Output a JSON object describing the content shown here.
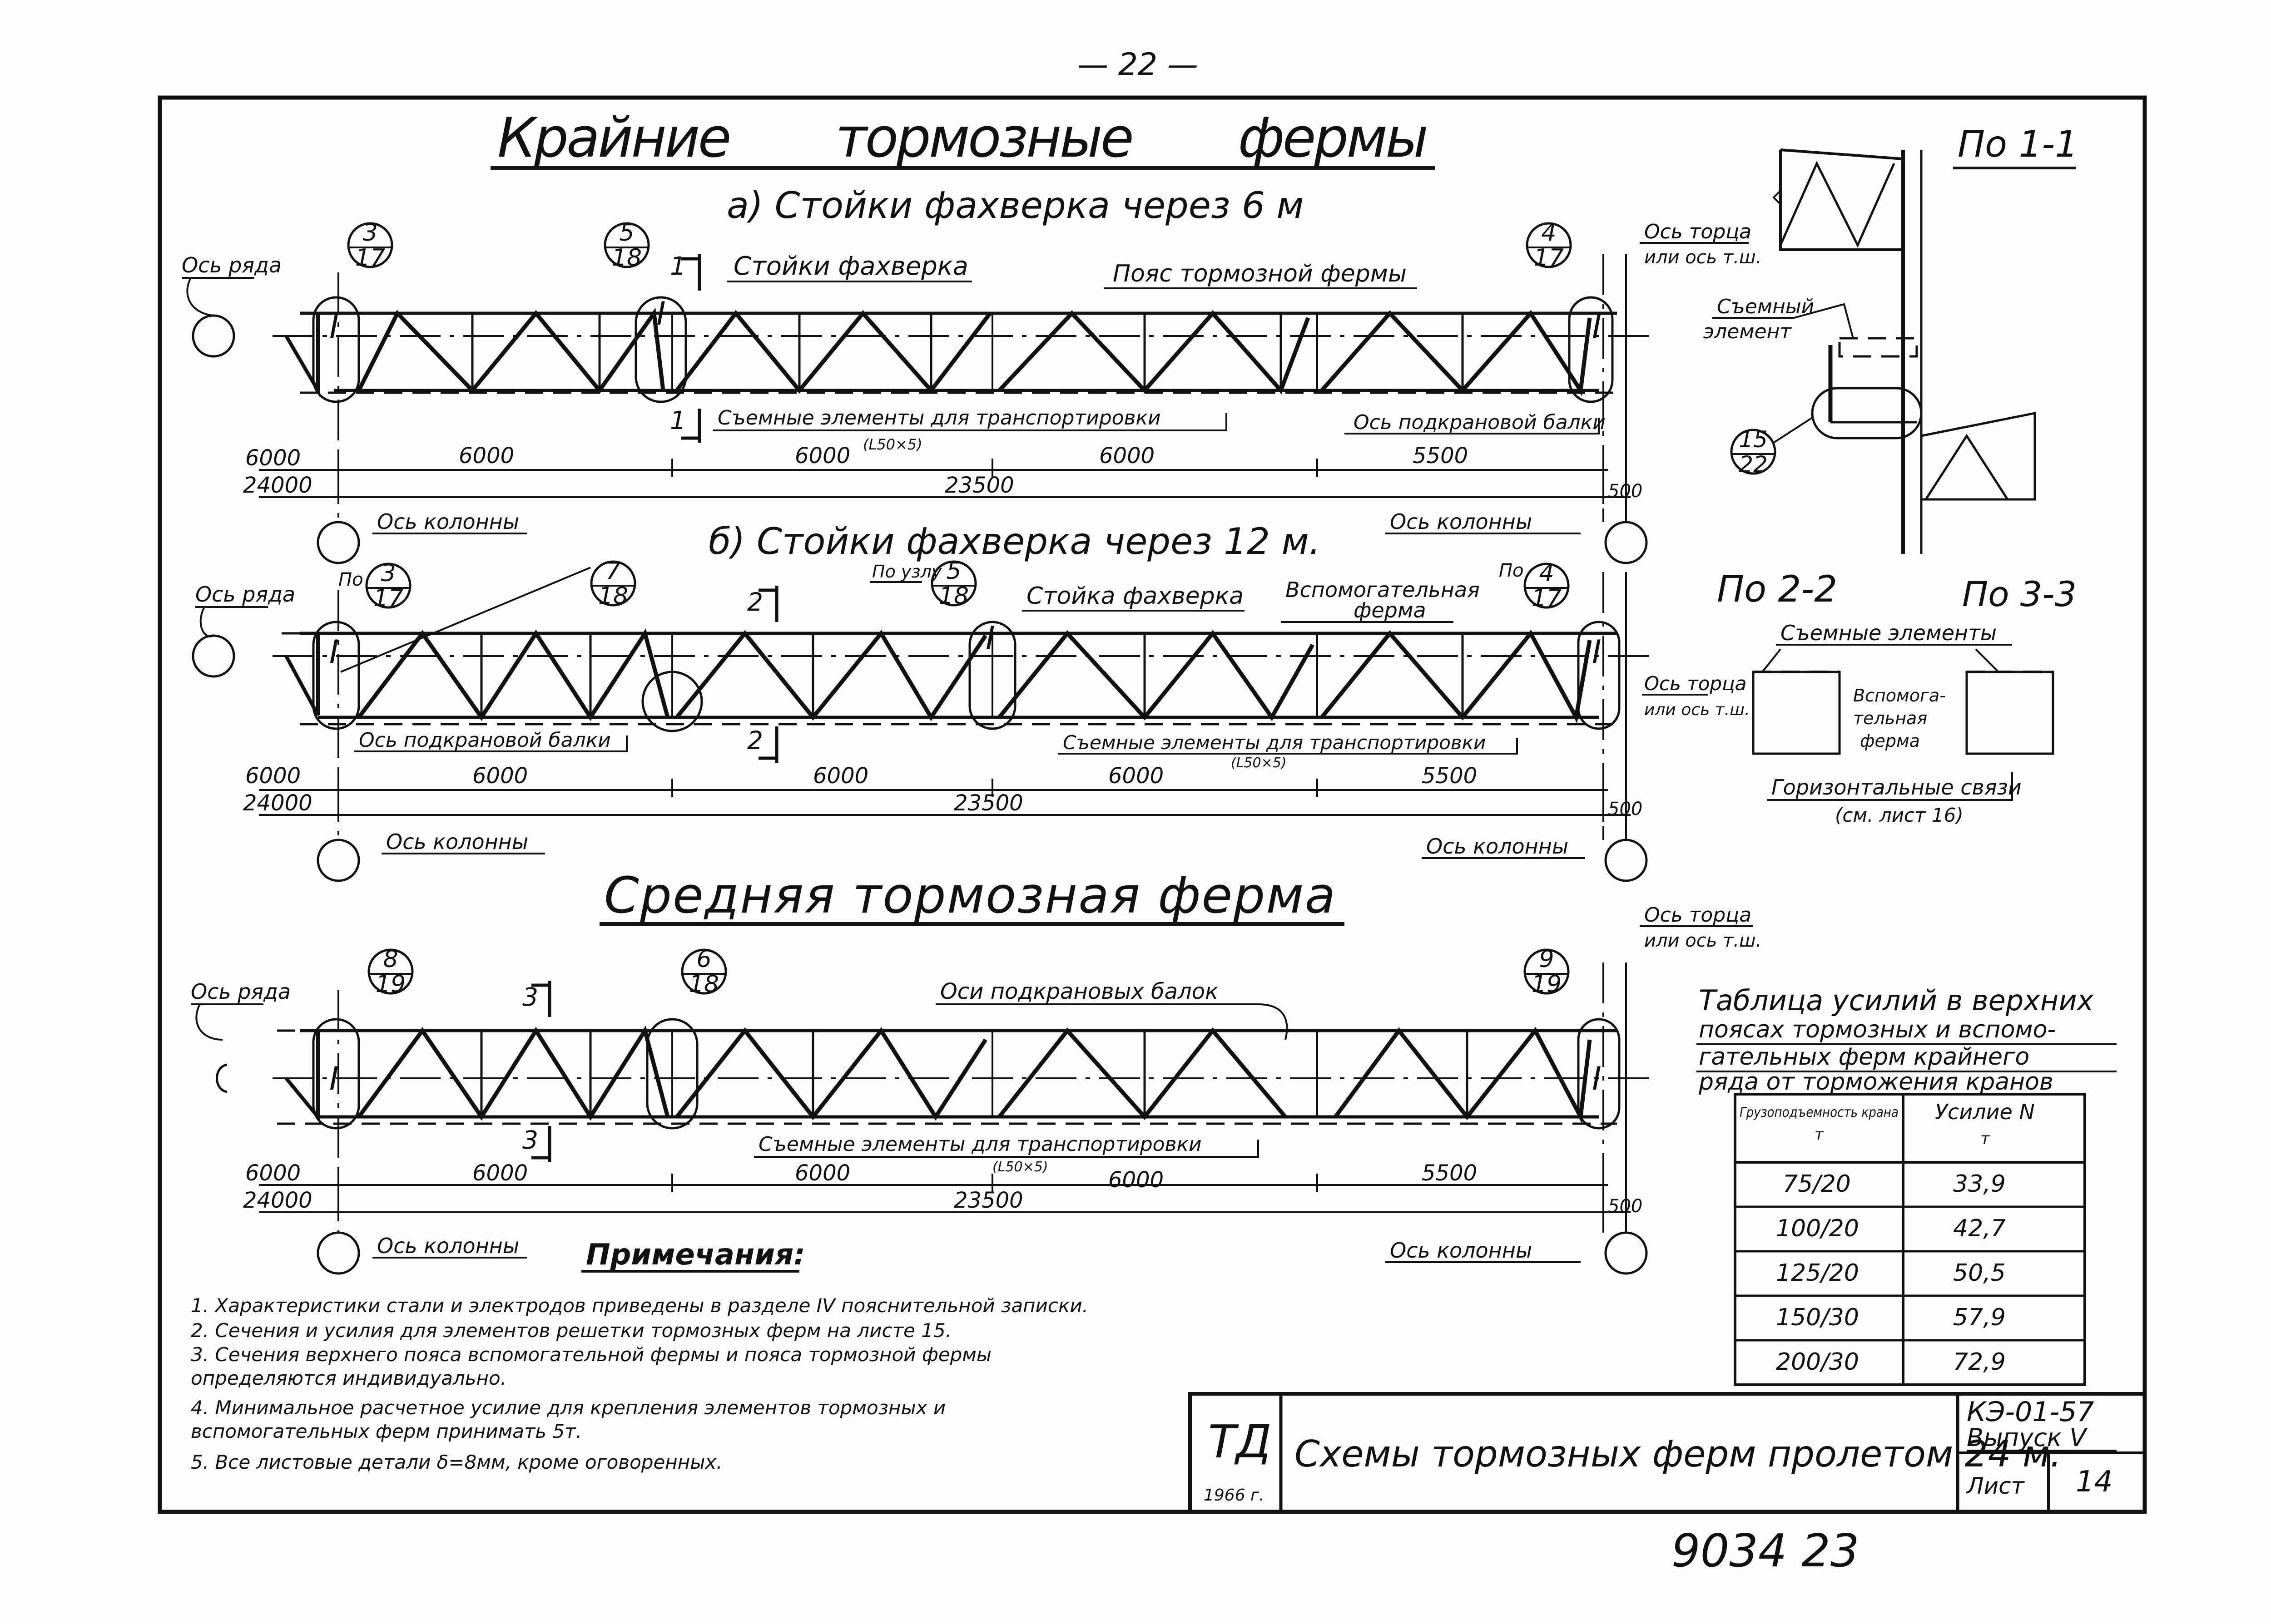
{
  "page_number": "— 22 —",
  "sheet_title_outer": "Крайние тормозные фермы",
  "sheet_title_middle": "Средняя тормозная ферма",
  "section_a": {
    "title": "а) Стойки фахверка через 6 м",
    "axis_row": "Ось ряда",
    "axis_end": "Ось торца",
    "axis_end_2": "или ось т.ш.",
    "label_posts": "Стойки фахверка",
    "label_chord": "Пояс тормозной фермы",
    "label_removable": "Съемные элементы для транспортировки",
    "label_angle": "(L50×5)",
    "label_crane_beam": "Ось подкрановой балки",
    "axis_column_left": "Ось колонны",
    "axis_column_right": "Ось колонны",
    "node_left": {
      "top": "3",
      "bottom": "17"
    },
    "node_mid": {
      "top": "5",
      "bottom": "18"
    },
    "node_right": {
      "top": "4",
      "bottom": "17"
    },
    "section_mark": "1",
    "dims": [
      "6000",
      "6000",
      "6000",
      "5500"
    ],
    "dim_left_top": "6000",
    "dim_left_bottom": "24000",
    "dim_total": "23500",
    "dim_end": "500"
  },
  "section_b": {
    "title": "б) Стойки фахверка через 12 м.",
    "axis_row": "Ось ряда",
    "po": "По",
    "po_uzlu": "По узлу",
    "node_left": {
      "top": "3",
      "bottom": "17"
    },
    "node_2": {
      "top": "7",
      "bottom": "18"
    },
    "node_mid": {
      "top": "5",
      "bottom": "18"
    },
    "node_right": {
      "top": "4",
      "bottom": "17"
    },
    "label_post": "Стойка фахверка",
    "label_aux_1": "Вспомогательная",
    "label_aux_2": "ферма",
    "label_crane_beam": "Ось подкрановой балки",
    "label_removable": "Съемные элементы для транспортировки",
    "label_angle": "(L50×5)",
    "axis_end": "Ось торца",
    "axis_end_2": "или ось т.ш.",
    "axis_column_left": "Ось колонны",
    "axis_column_right": "Ось колонны",
    "section_mark": "2",
    "dims": [
      "6000",
      "6000",
      "6000",
      "5500"
    ],
    "dim_left_top": "6000",
    "dim_left_bottom": "24000",
    "dim_total": "23500",
    "dim_end": "500"
  },
  "section_c": {
    "axis_row": "Ось ряда",
    "axis_end": "Ось торца",
    "axis_end_2": "или ось т.ш.",
    "node_left": {
      "top": "8",
      "bottom": "19"
    },
    "node_mid": {
      "top": "6",
      "bottom": "18"
    },
    "node_right": {
      "top": "9",
      "bottom": "19"
    },
    "label_beams": "Оси подкрановых балок",
    "label_removable": "Съемные элементы для транспортировки",
    "label_angle": "(L50×5)",
    "axis_column_left": "Ось колонны",
    "axis_column_right": "Ось колонны",
    "section_mark": "3",
    "dims": [
      "6000",
      "6000",
      "6000",
      "5500"
    ],
    "dim_left_top": "6000",
    "dim_left_bottom": "24000",
    "dim_total": "23500",
    "dim_end": "500"
  },
  "detail_1": {
    "title": "По 1-1",
    "axis_end": "Ось торца",
    "axis_end_2": "или ось т.ш.",
    "label_removable_1": "Съемный",
    "label_removable_2": "элемент",
    "node": {
      "top": "15",
      "bottom": "22"
    }
  },
  "detail_2": {
    "title": "По 2-2",
    "axis_end": "Ось торца",
    "axis_end_2": "или ось т.ш.",
    "label_aux_1": "Вспомога-",
    "label_aux_2": "тельная",
    "label_aux_3": "ферма"
  },
  "detail_3": {
    "title": "По 3-3"
  },
  "detail_shared": {
    "label_removable": "Съемные элементы",
    "label_horizontal": "Горизонтальные связи",
    "label_ref": "(см. лист 16)"
  },
  "force_table": {
    "title_lines": [
      "Таблица усилий в верхних",
      "поясах тормозных и вспомо-",
      "гательных ферм крайнего",
      "ряда от торможения кранов"
    ],
    "head_col1": "Грузоподъемность крана",
    "head_col1_unit": "т",
    "head_col2": "Усилие N",
    "head_col2_unit": "т",
    "rows": [
      {
        "capacity": "75/20",
        "force": "33,9"
      },
      {
        "capacity": "100/20",
        "force": "42,7"
      },
      {
        "capacity": "125/20",
        "force": "50,5"
      },
      {
        "capacity": "150/30",
        "force": "57,9"
      },
      {
        "capacity": "200/30",
        "force": "72,9"
      }
    ]
  },
  "notes": {
    "title": "Примечания:",
    "items": [
      "1.  Характеристики стали и электродов приведены в разделе IV пояснительной записки.",
      "2.  Сечения и усилия для элементов решетки тормозных ферм на листе 15.",
      "3.  Сечения верхнего пояса вспомогательной фермы и пояса тормозной фермы",
      "     определяются индивидуально.",
      "4.  Минимальное расчетное усилие для крепления элементов тормозных и",
      "     вспомогательных ферм принимать 5т.",
      "5.  Все листовые детали δ=8мм, кроме оговоренных."
    ]
  },
  "title_block": {
    "logo": "ТД",
    "year": "1966 г.",
    "title": "Схемы тормозных ферм пролетом 24 м.",
    "code": "КЭ-01-57",
    "issue": "Выпуск V",
    "sheet_label": "Лист",
    "sheet_number": "14"
  },
  "archive_number": "9034  23"
}
